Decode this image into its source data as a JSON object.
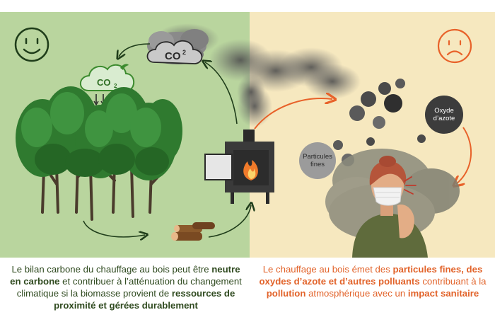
{
  "colors": {
    "left_panel": "#b9d59e",
    "right_panel": "#f6e8bf",
    "left_text": "#2f4a1f",
    "right_text": "#e2632a",
    "arrow_dark": "#1f3d1a",
    "arrow_orange": "#e8622a",
    "tree_green": "#2f7a2f",
    "smoke": "#6b6b6b"
  },
  "icons": {
    "happy": "smiley-happy-icon",
    "sad": "smiley-sad-icon",
    "co2_cloud_left": "co2-absorb-cloud-icon",
    "co2_cloud_smoke": "co2-smoke-cloud-icon",
    "stove": "wood-stove-icon",
    "logs": "wood-logs-icon",
    "forest": "forest-icon",
    "woman": "woman-coughing-mask-icon"
  },
  "left": {
    "co2_label": "CO",
    "co2_sub": "2",
    "co2_smoke_label": "CO",
    "co2_smoke_sup": "2",
    "caption": {
      "p1": "Le bilan carbone du chauffage au bois peut être ",
      "b1": "neutre en carbone",
      "p2": " et contribuer à l’atténuation du changement climatique si la biomasse provient de ",
      "b2": "ressources de proximité et gérées durablement"
    }
  },
  "right": {
    "bubble_oxyde": "Oxyde d’azote",
    "bubble_particules": "Particules fines",
    "caption": {
      "p1": "Le chauffage au bois émet des ",
      "b1": "particules fines, des oxydes d’azote et d’autres polluants",
      "p2": " contribuant à la ",
      "b2": "pollution",
      "p3": " atmosphérique avec un ",
      "b3": "impact sanitaire"
    }
  }
}
